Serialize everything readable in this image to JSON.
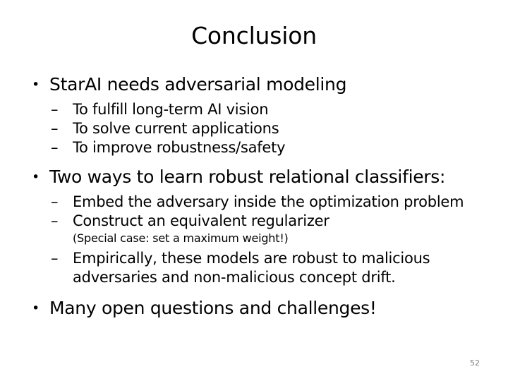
{
  "slide": {
    "title": "Conclusion",
    "page_number": "52",
    "bullet_marker": "•",
    "dash_marker": "–",
    "page_number_color": "#7f7f7f",
    "text_color": "#000000",
    "background_color": "#ffffff",
    "blocks": [
      {
        "level": 1,
        "text": "StarAI needs adversarial modeling"
      },
      {
        "level": 2,
        "text": "To fulfill long-term AI vision"
      },
      {
        "level": 2,
        "text": "To solve current applications"
      },
      {
        "level": 2,
        "text": "To improve robustness/safety"
      },
      {
        "level": 1,
        "text": "Two ways to learn robust relational classifiers:"
      },
      {
        "level": 2,
        "text": "Embed the adversary inside the optimization problem"
      },
      {
        "level": 2,
        "text": "Construct an equivalent regularizer"
      },
      {
        "level": 3,
        "text": "(Special case: set a maximum weight!)"
      },
      {
        "level": 2,
        "text": "Empirically, these models are robust to malicious adversaries and non-malicious concept drift."
      },
      {
        "level": 1,
        "text": "Many open questions and challenges!"
      }
    ]
  }
}
